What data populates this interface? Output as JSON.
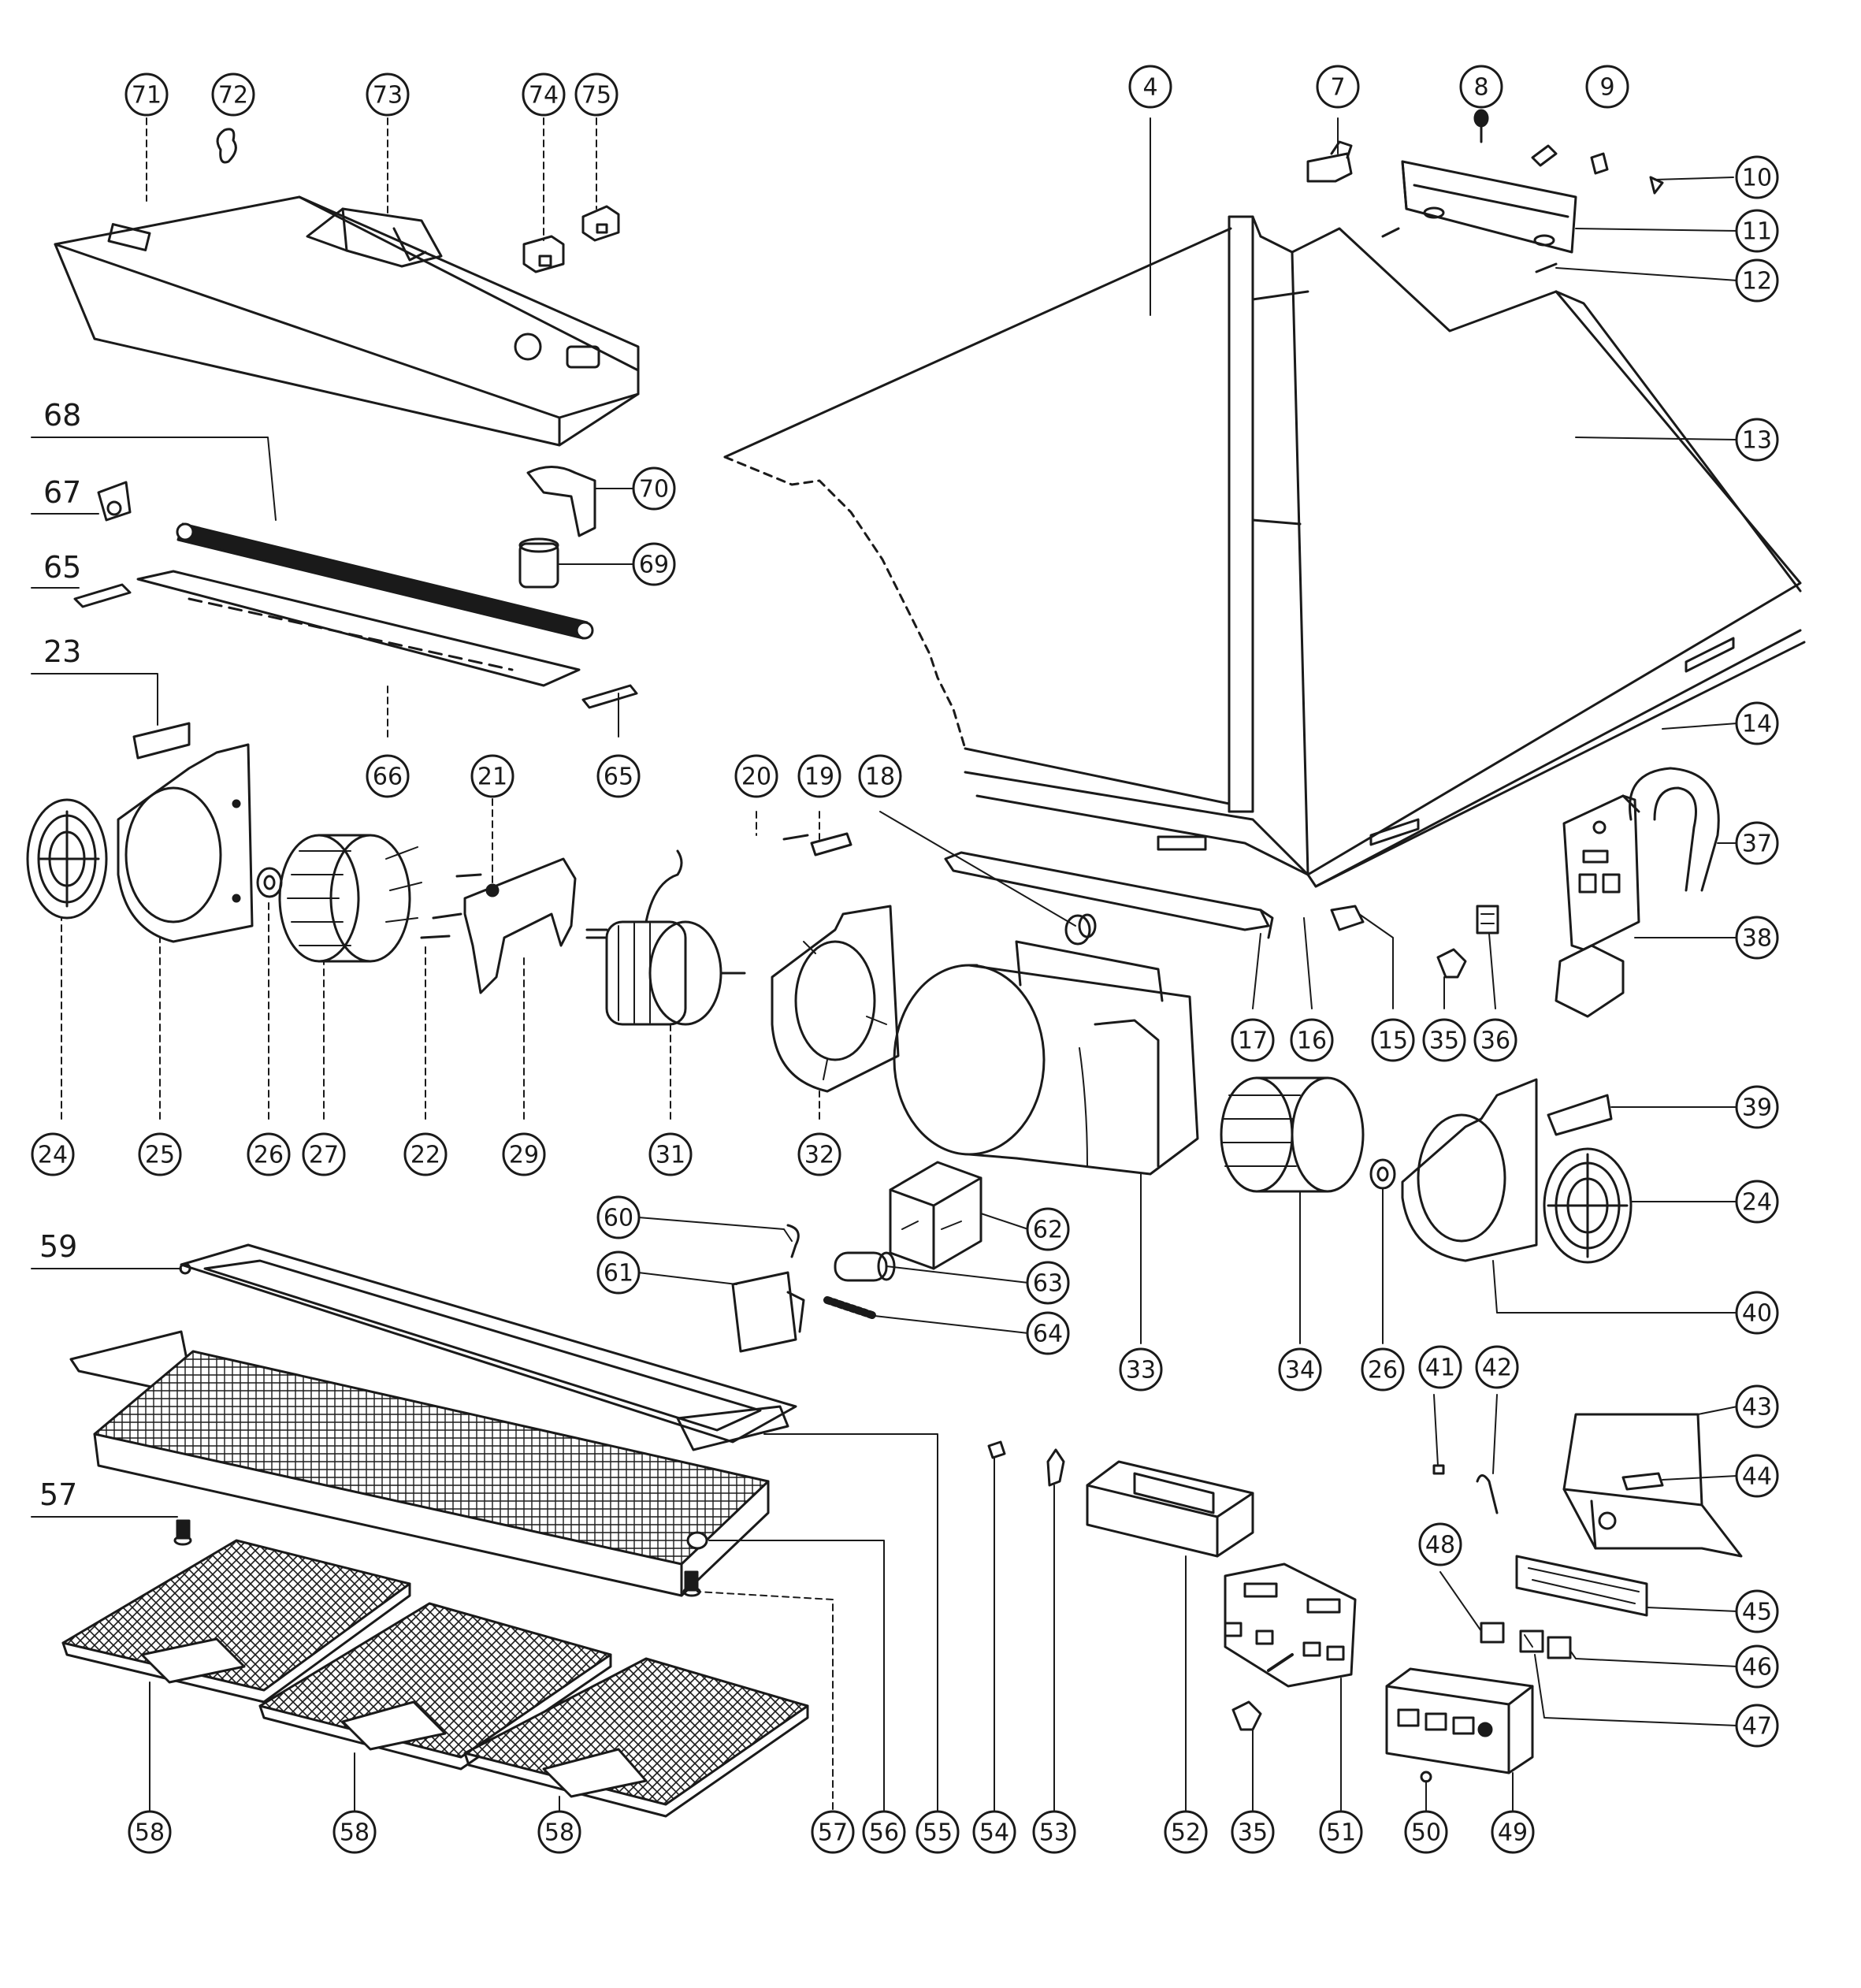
{
  "diagram": {
    "colors": {
      "ink": "#1a1a1a",
      "paper": "#ffffff"
    },
    "part_numbers": {
      "p71": "71",
      "p72": "72",
      "p73": "73",
      "p74": "74",
      "p75": "75",
      "p4": "4",
      "p7": "7",
      "p8": "8",
      "p9": "9",
      "p10": "10",
      "p11": "11",
      "p12": "12",
      "p13": "13",
      "p14": "14",
      "p68": "68",
      "p67": "67",
      "p65a": "65",
      "p23": "23",
      "p70": "70",
      "p69": "69",
      "p66": "66",
      "p65b": "65",
      "p20": "20",
      "p19": "19",
      "p18": "18",
      "p21": "21",
      "p17": "17",
      "p16": "16",
      "p15": "15",
      "p35a": "35",
      "p36": "36",
      "p37": "37",
      "p38": "38",
      "p24a": "24",
      "p25": "25",
      "p26a": "26",
      "p27": "27",
      "p22": "22",
      "p29": "29",
      "p31": "31",
      "p32": "32",
      "p33": "33",
      "p34": "34",
      "p26b": "26",
      "p39": "39",
      "p24b": "24",
      "p40": "40",
      "p60": "60",
      "p62": "62",
      "p61": "61",
      "p63": "63",
      "p64": "64",
      "p59": "59",
      "p41": "41",
      "p42": "42",
      "p43": "43",
      "p44": "44",
      "p48": "48",
      "p45": "45",
      "p46": "46",
      "p47": "47",
      "p57a": "57",
      "p57b": "57",
      "p56": "56",
      "p55": "55",
      "p54": "54",
      "p53": "53",
      "p52": "52",
      "p35b": "35",
      "p51": "51",
      "p50": "50",
      "p49": "49",
      "p58a": "58",
      "p58b": "58",
      "p58c": "58"
    }
  }
}
